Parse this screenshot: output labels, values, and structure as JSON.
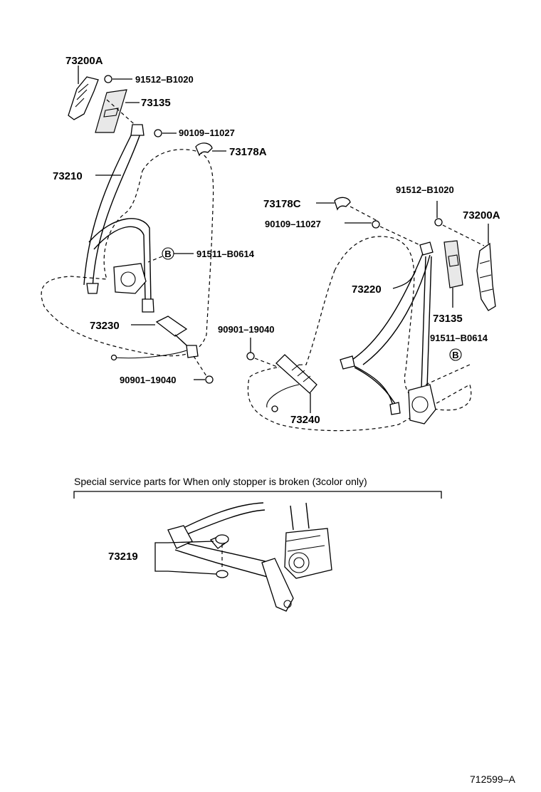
{
  "labels": {
    "p73200A_left": "73200A",
    "p91512_left": "91512–B1020",
    "p73135_left": "73135",
    "p90109_left": "90109–11027",
    "p73178A": "73178A",
    "p73210": "73210",
    "p91511_left": "91511–B0614",
    "p73230": "73230",
    "p90901_left": "90901–19040",
    "p73178C": "73178C",
    "p91512_right": "91512–B1020",
    "p73200A_right": "73200A",
    "p90109_right": "90109–11027",
    "p73220": "73220",
    "p73135_right": "73135",
    "p91511_right": "91511–B0614",
    "p90901_right": "90901–19040",
    "p73240": "73240",
    "p73219": "73219"
  },
  "markers": {
    "b_left": "B",
    "b_right": "B"
  },
  "special_note": "Special service parts for When only stopper is broken (3color only)",
  "diagram_id": "712599–A"
}
